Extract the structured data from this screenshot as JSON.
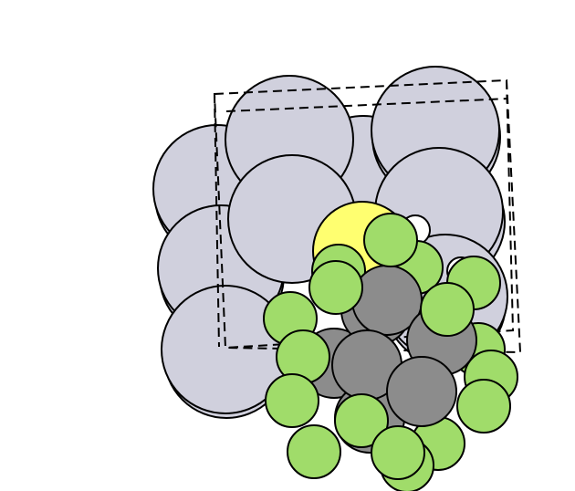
{
  "scene": {
    "colors": {
      "background": "#ffffff",
      "surface_atom": "#d0d0dd",
      "sulfur_atom": "#ffff70",
      "hydrogen_atom": "#ffffff",
      "metal_atom": "#8c8c8c",
      "halogen_atom": "#a0dc6a",
      "outline": "#000000",
      "cell_boundary": "#000000"
    },
    "atom_types": [
      "surface",
      "sulfur",
      "hydrogen",
      "metal",
      "halogen"
    ]
  }
}
